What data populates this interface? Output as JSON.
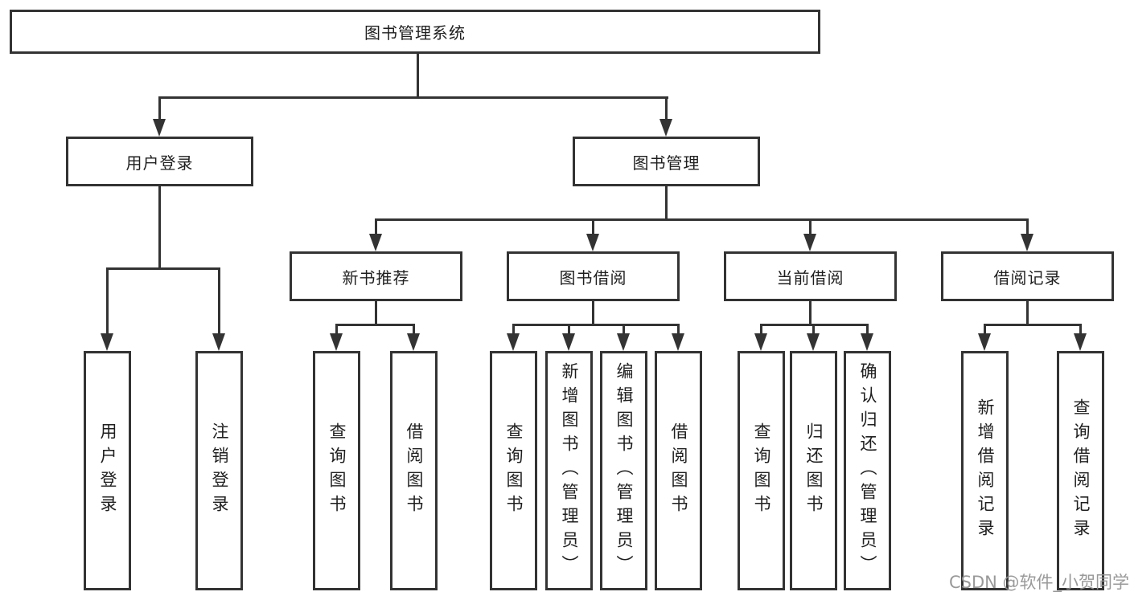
{
  "diagram_title": "图书管理系统",
  "tree": {
    "label": "图书管理系统",
    "children": [
      {
        "label": "用户登录",
        "children": [
          {
            "label": "用户登录"
          },
          {
            "label": "注销登录"
          }
        ]
      },
      {
        "label": "图书管理",
        "children": [
          {
            "label": "新书推荐",
            "children": [
              {
                "label": "查询图书"
              },
              {
                "label": "借阅图书"
              }
            ]
          },
          {
            "label": "图书借阅",
            "children": [
              {
                "label": "查询图书"
              },
              {
                "label": "新增图书（管理员）"
              },
              {
                "label": "编辑图书（管理员）"
              },
              {
                "label": "借阅图书"
              }
            ]
          },
          {
            "label": "当前借阅",
            "children": [
              {
                "label": "查询图书"
              },
              {
                "label": "归还图书"
              },
              {
                "label": "确认归还（管理员）"
              }
            ]
          },
          {
            "label": "借阅记录",
            "children": [
              {
                "label": "新增借阅记录"
              },
              {
                "label": "查询借阅记录"
              }
            ]
          }
        ]
      }
    ]
  },
  "watermark": "CSDN @软件_小贺同学",
  "colors": {
    "line": "#333333",
    "text": "#1f1f1f",
    "watermark": "#949494",
    "background": "#ffffff"
  }
}
